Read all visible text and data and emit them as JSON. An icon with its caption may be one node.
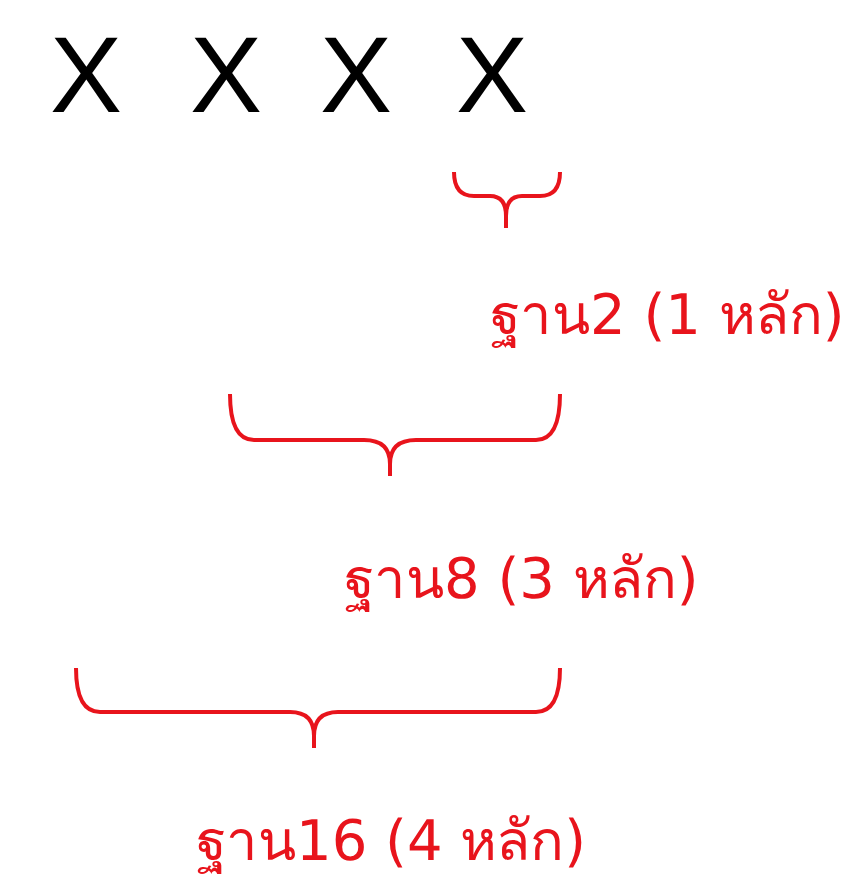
{
  "diagram": {
    "labels": [
      "X",
      "X",
      "X",
      "X",
      "ฐาน2 (1 หลัก)",
      "ฐาน8 (3 หลัก)",
      "ฐาน16 (4 หลัก)"
    ]
  }
}
